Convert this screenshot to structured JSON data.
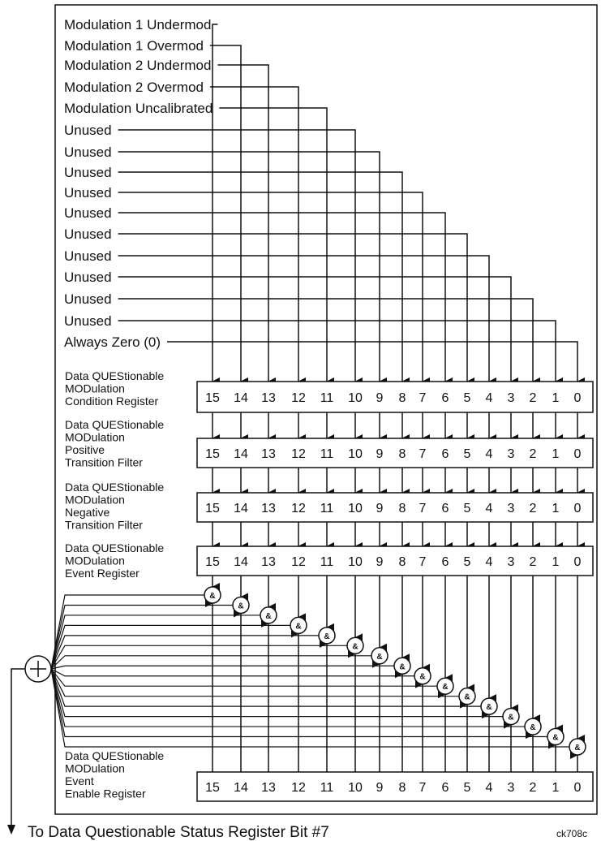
{
  "bit_labels": [
    "Modulation 1 Undermod",
    "Modulation 1 Overmod",
    "Modulation 2 Undermod",
    "Modulation 2 Overmod",
    "Modulation Uncalibrated",
    "Unused",
    "Unused",
    "Unused",
    "Unused",
    "Unused",
    "Unused",
    "Unused",
    "Unused",
    "Unused",
    "Unused",
    "Always Zero (0)"
  ],
  "registers": [
    {
      "name": [
        "Data QUEStionable",
        "MODulation",
        "Condition Register"
      ]
    },
    {
      "name": [
        "Data QUEStionable",
        "MODulation",
        "Positive",
        "Transition Filter"
      ]
    },
    {
      "name": [
        "Data QUEStionable",
        "MODulation",
        "Negative",
        "Transition Filter"
      ]
    },
    {
      "name": [
        "Data QUEStionable",
        "MODulation",
        "Event Register"
      ]
    },
    {
      "name": [
        "Data QUEStionable",
        "MODulation",
        "Event",
        "Enable Register"
      ]
    }
  ],
  "bit_numbers": [
    "15",
    "14",
    "13",
    "12",
    "11",
    "10",
    "9",
    "8",
    "7",
    "6",
    "5",
    "4",
    "3",
    "2",
    "1",
    "0"
  ],
  "and_gate_symbol": "&",
  "footer": {
    "destination": "To Data Questionable Status Register Bit #7",
    "figure_code": "ck708c"
  }
}
